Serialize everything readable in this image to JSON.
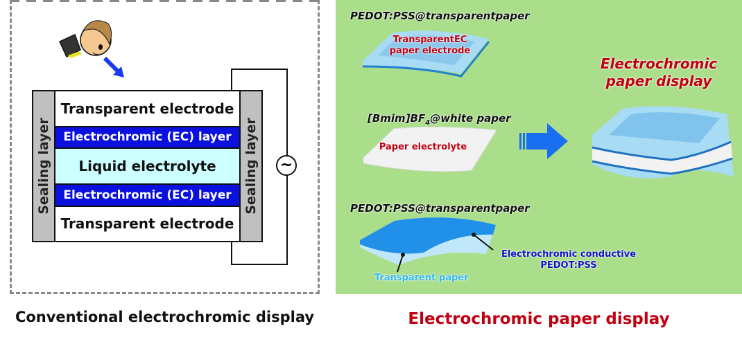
{
  "left_panel": {
    "caption": "Conventional electrochromic display",
    "layers": [
      "Transparent electrode",
      "Electrochromic (EC) layer",
      "Liquid electrolyte",
      "Electrochromic (EC) layer",
      "Transparent electrode"
    ],
    "sealing_left": "Sealing layer",
    "sealing_right": "Sealing layer",
    "ac_source_symbol": "~"
  },
  "right_panel": {
    "caption": "Electrochromic paper display",
    "caption_color": "#c00010",
    "background_color": "#aade8a",
    "top_material": "PEDOT:PSS@transparentpaper",
    "top_label": [
      "TransparentEC",
      "paper electrode"
    ],
    "middle_material_prefix": "[Bmim]BF",
    "middle_material_subscript": "4",
    "middle_material_suffix": "@white paper",
    "middle_label": "Paper electrolyte",
    "bottom_material": "PEDOT:PSS@transparentpaper",
    "bottom_callout_pedot": [
      "Electrochromic conductive",
      "PEDOT:PSS"
    ],
    "bottom_callout_paper": "Transparent paper",
    "result_title": [
      "Electrochromic",
      "paper display"
    ]
  },
  "colors": {
    "ec_layer": "#0a10dd",
    "electrolyte": "#ccffff",
    "sealing": "#c0c0c0",
    "arrow": "#1a6ef0"
  }
}
